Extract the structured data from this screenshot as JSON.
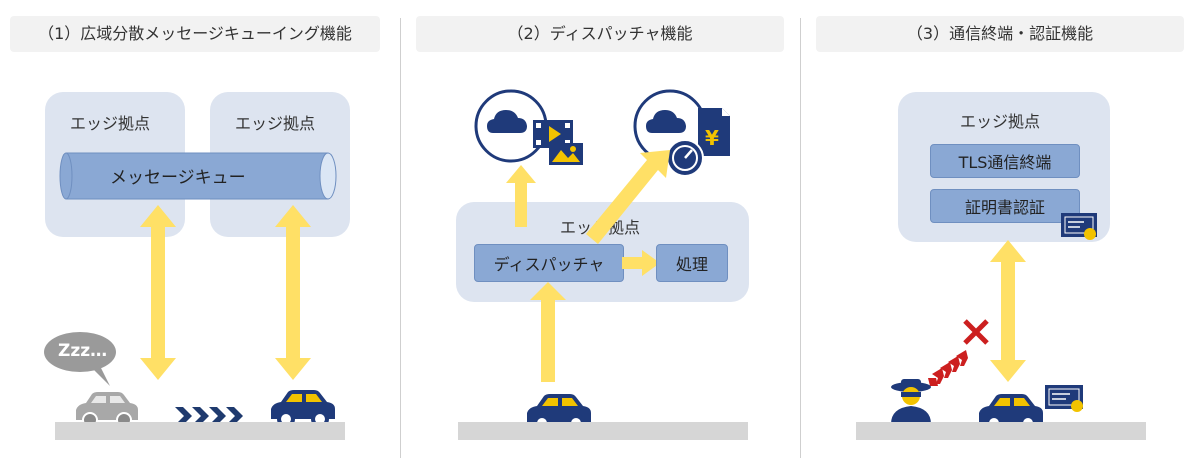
{
  "panels": [
    {
      "title": "（1）広域分散メッセージキューイング機能",
      "edge_label_1": "エッジ拠点",
      "edge_label_2": "エッジ拠点",
      "queue_label": "メッセージキュー",
      "sleep_bubble": "Zzz…"
    },
    {
      "title": "（2）ディスパッチャ機能",
      "edge_label": "エッジ拠点",
      "dispatcher_label": "ディスパッチャ",
      "process_label": "処理",
      "yen_symbol": "¥"
    },
    {
      "title": "（3）通信終端・認証機能",
      "edge_label": "エッジ拠点",
      "tls_label": "TLS通信終端",
      "cert_label": "証明書認証"
    }
  ],
  "colors": {
    "arrow_yellow": "#ffe066",
    "edge_bg": "#dde4f0",
    "box_blue": "#8aa8d4",
    "navy": "#1f3a7a",
    "car_yellow": "#f2c300",
    "car_gray": "#a8a8a8",
    "cross_red": "#cc1f1f",
    "chevron_red": "#cc1f1f",
    "chevron_navy": "#1f3a6e"
  },
  "icons": [
    "cloud-icon",
    "video-icon",
    "document-yen-icon",
    "speedometer-icon",
    "certificate-icon",
    "hacker-icon",
    "car-icon",
    "sleep-bubble-icon"
  ]
}
